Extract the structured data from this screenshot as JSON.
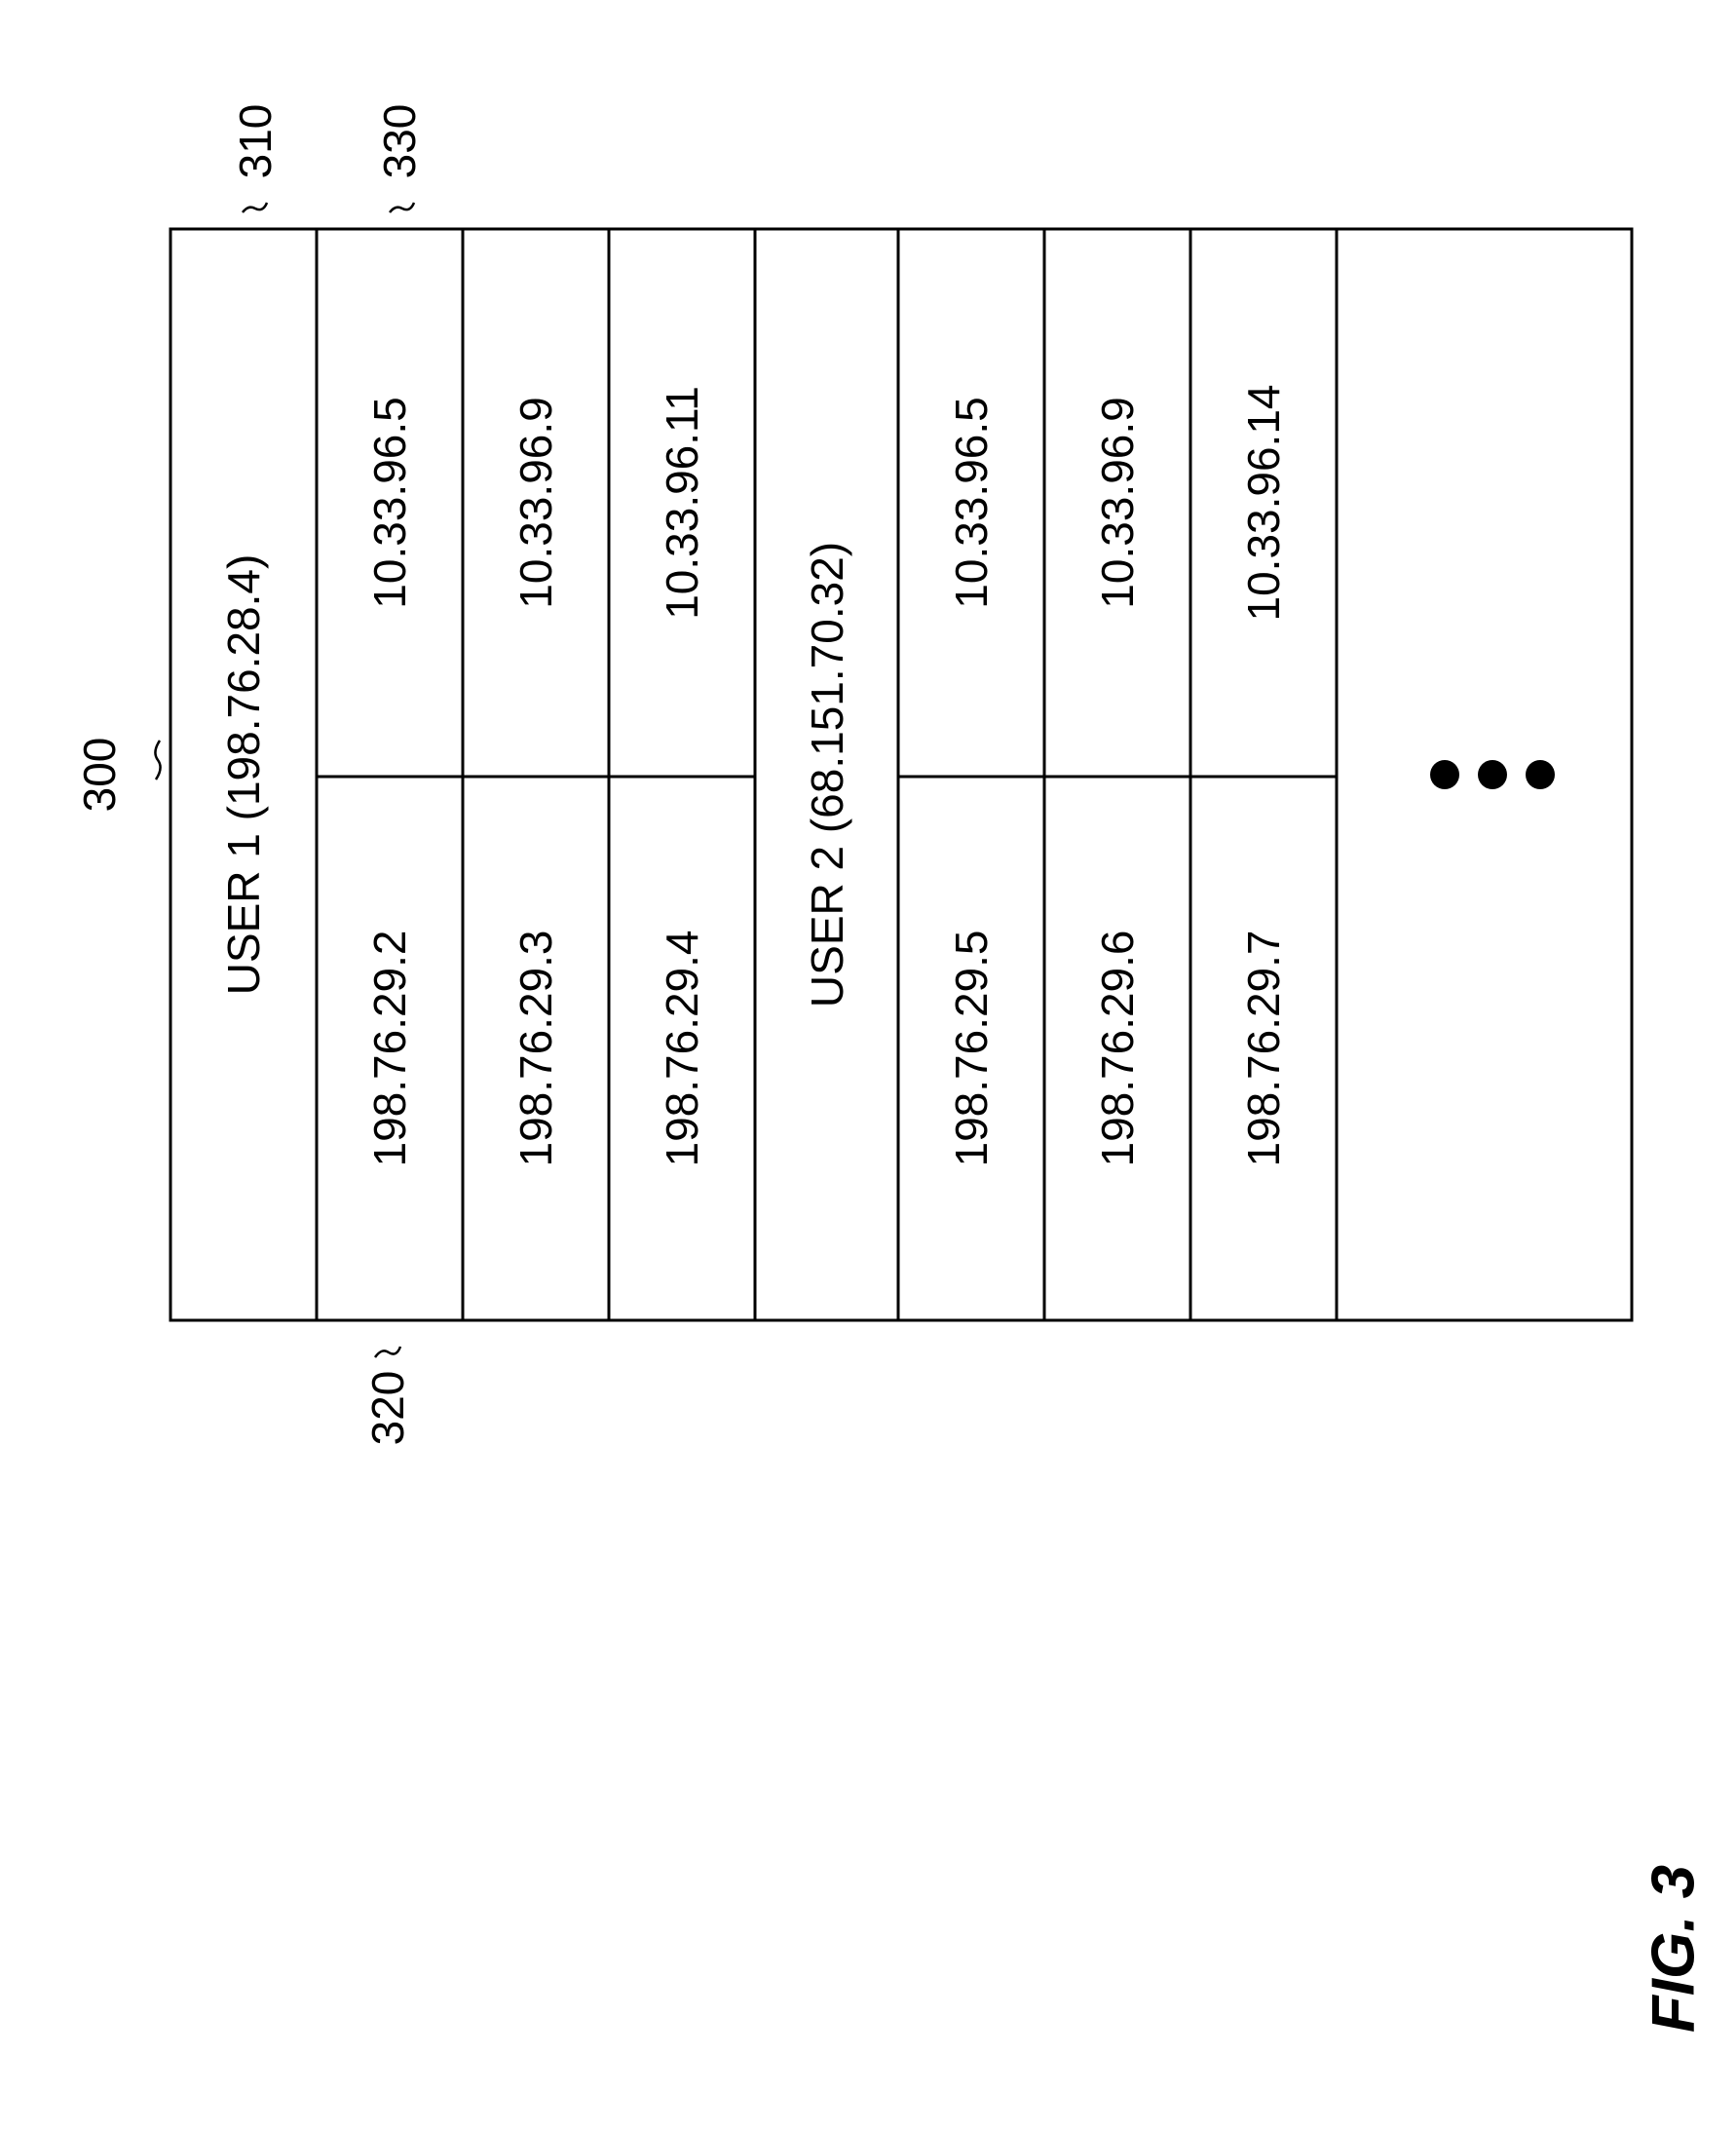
{
  "figure": {
    "label": "FIG. 3",
    "reference_numerals": {
      "table": "300",
      "user_row": "310",
      "public_address_column": "320",
      "private_address_column": "330"
    },
    "table": {
      "groups": [
        {
          "header": "USER 1 (198.76.28.4)",
          "rows": [
            {
              "public_address": "198.76.29.2",
              "private_address": "10.33.96.5"
            },
            {
              "public_address": "198.76.29.3",
              "private_address": "10.33.96.9"
            },
            {
              "public_address": "198.76.29.4",
              "private_address": "10.33.96.11"
            }
          ]
        },
        {
          "header": "USER 2 (68.151.70.32)",
          "rows": [
            {
              "public_address": "198.76.29.5",
              "private_address": "10.33.96.5"
            },
            {
              "public_address": "198.76.29.6",
              "private_address": "10.33.96.9"
            },
            {
              "public_address": "198.76.29.7",
              "private_address": "10.33.96.14"
            }
          ]
        }
      ],
      "continuation_icon": "ellipsis-icon"
    }
  }
}
